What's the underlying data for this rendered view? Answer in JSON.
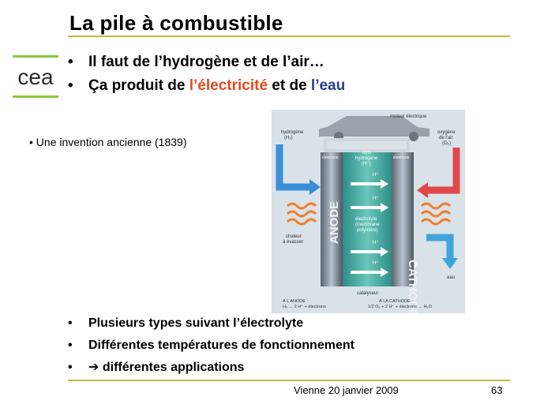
{
  "title": "La pile à combustible",
  "logo_text": "cea",
  "top_bullets": [
    {
      "parts": [
        {
          "text": "Il faut de l’hydrogène et de l’air…",
          "style": ""
        }
      ]
    },
    {
      "parts": [
        {
          "text": "Ça produit de ",
          "style": ""
        },
        {
          "text": "l’électricité",
          "style": "red"
        },
        {
          "text": " et de ",
          "style": ""
        },
        {
          "text": "l’eau",
          "style": "blue"
        }
      ]
    }
  ],
  "bullet_symbol": "•",
  "aside_note": "• Une invention ancienne (1839)",
  "diagram": {
    "motor_label": "moteur électrique",
    "hydrogen_label_1": "hydrogène",
    "hydrogen_label_2": "(H₂)",
    "oxygen_label_1": "oxygène",
    "oxygen_label_2": "de l'air",
    "oxygen_label_3": "(O₂)",
    "electrons_left": "électrons",
    "electrons_right": "électrons",
    "ions_1": "ions",
    "ions_2": "hydrogène",
    "ions_3": "(H⁺)",
    "hplus": "H⁺",
    "electrolyte_1": "électrolyte",
    "electrolyte_2": "(membrane",
    "electrolyte_3": "polymère)",
    "anode": "ANODE",
    "cathode": "CATHODE",
    "heat_1": "chaleur",
    "heat_2": "à évacuer",
    "water": "eau",
    "catalyst": "catalyseur",
    "anode_eq_title": "À L'ANODE :",
    "anode_eq": "H₂ → 2 H⁺ + électrons",
    "cathode_eq_title": "À LA CATHODE :",
    "cathode_eq": "1/2 O₂ + 2 H⁺ + électrons → H₂O"
  },
  "bottom_bullets": [
    {
      "text": "Plusieurs types suivant l’électrolyte"
    },
    {
      "text": "Différentes températures de fonctionnement"
    },
    {
      "text": "➔ différentes applications"
    }
  ],
  "footer": {
    "text": "Vienne   20 janvier 2009",
    "page": "63"
  },
  "colors": {
    "rule": "#c9b63a",
    "red": "#e8471e",
    "blue": "#283c8c",
    "logo_green": "#8cc63f"
  }
}
